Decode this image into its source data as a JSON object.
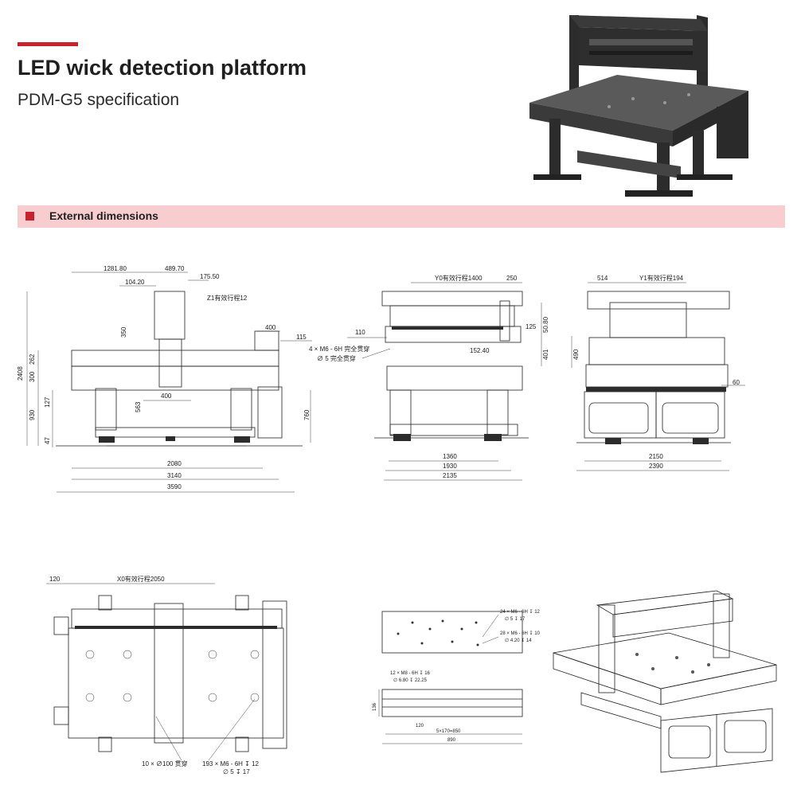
{
  "header": {
    "title": "LED wick detection platform",
    "subtitle": "PDM-G5 specification"
  },
  "section": {
    "label": "External dimensions"
  },
  "front_view": {
    "d1": "1281.80",
    "d2": "489.70",
    "d3": "175.50",
    "d4": "104.20",
    "z_travel": "Z1有效行程12",
    "d_350": "350",
    "d_400a": "400",
    "d_115": "115",
    "d_2408": "2408",
    "d_262": "262",
    "d_300": "300",
    "d_930": "930",
    "d_127": "127",
    "d_47": "47",
    "d_400b": "400",
    "d_563": "563",
    "d_760": "760",
    "w1": "2080",
    "w2": "3140",
    "w3": "3590"
  },
  "side_view": {
    "y_travel": "Y0有效行程1400",
    "d_250": "250",
    "d_110": "110",
    "d_125": "125",
    "d_5080": "50.80",
    "d_401": "401",
    "d_15240": "152.40",
    "note1": "4 × M6 - 6H 完全贯穿",
    "note2": "∅ 5 完全贯穿",
    "w1": "1360",
    "w2": "1930",
    "w3": "2135"
  },
  "end_view": {
    "d_514": "514",
    "y1_travel": "Y1有效行程194",
    "d_490": "490",
    "d_60": "60",
    "w1": "2150",
    "w2": "2390"
  },
  "top_view": {
    "d_120": "120",
    "x_travel": "X0有效行程2050",
    "note_holes": "10 × ∅100 贯穿",
    "note_thread": "193 × M6 - 6H ↧ 12",
    "note_thread2": "∅ 5 ↧ 17"
  },
  "plate_view": {
    "n1": "24 × M6 - 6H ↧ 12",
    "n2": "∅ 5 ↧ 17",
    "n3": "28 × M6 - 6H ↧ 10",
    "n4": "∅ 4.20 ↧ 14",
    "n5": "12 × M8 - 6H ↧ 16",
    "n6": "∅ 6.80 ↧ 22.25",
    "d_136": "136",
    "d_120": "120",
    "d_pitch": "5×170=850",
    "d_890": "890"
  }
}
